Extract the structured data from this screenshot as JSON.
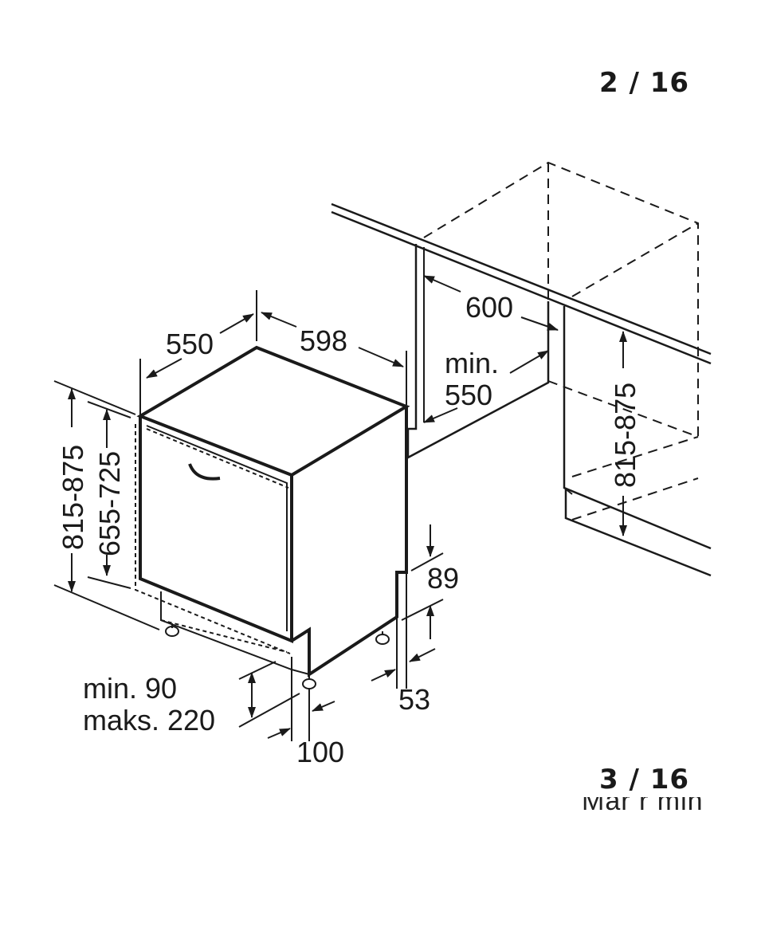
{
  "page_numbers": {
    "top": "2 / 16",
    "bottom": "3 / 16"
  },
  "cut_off_text": "Mar r min",
  "dimensions": {
    "depth": "550",
    "width": "598",
    "niche_width": "600",
    "niche_depth_line1": "min.",
    "niche_depth_line2": "550",
    "niche_height": "815-875",
    "left_height": "815-875",
    "left_door_height": "655-725",
    "plinth_height": "89",
    "plinth_recess": "53",
    "plinth_min_max_line1": "min. 90",
    "plinth_min_max_line2": "maks. 220",
    "foot_offset": "100"
  }
}
